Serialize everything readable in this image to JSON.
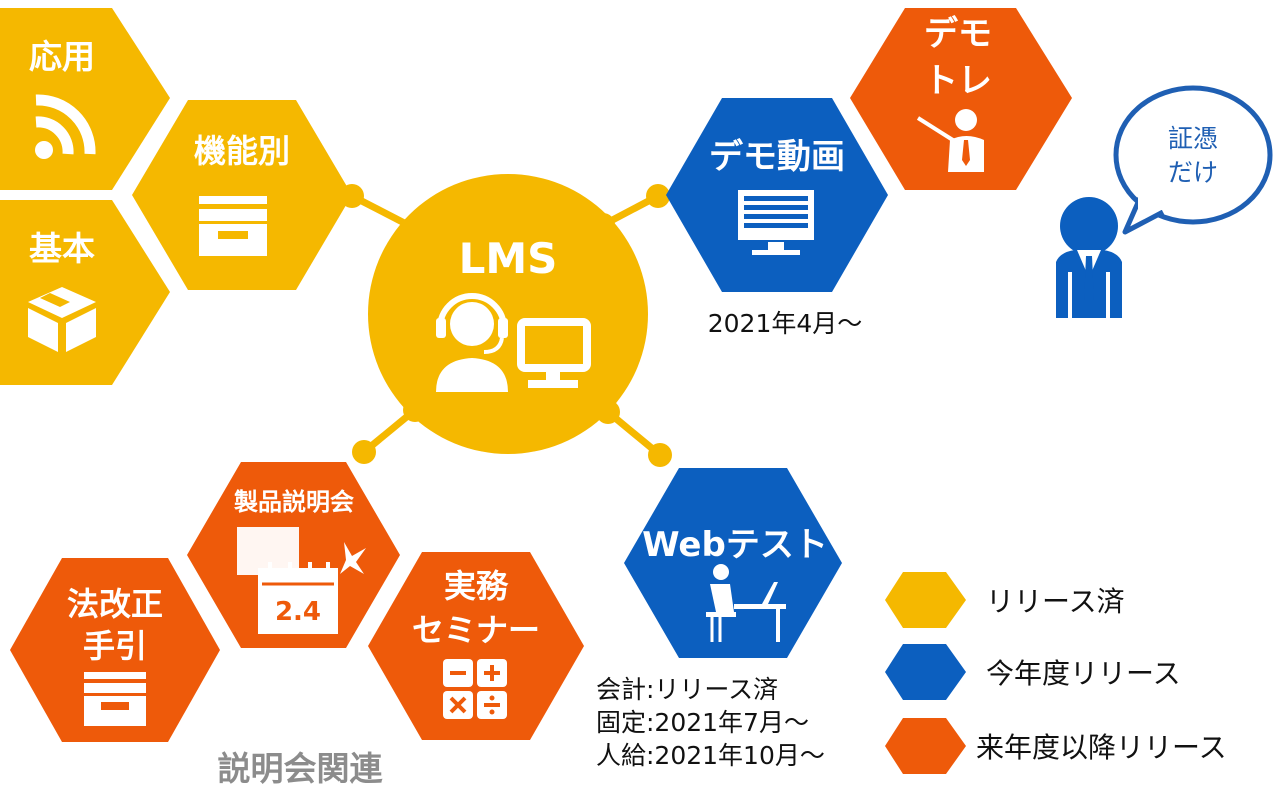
{
  "colors": {
    "released": "#F5B800",
    "this_year": "#0C5FBF",
    "next_year": "#EE5A0A",
    "connector": "#F5B800"
  },
  "center": {
    "title": "LMS",
    "icon": "support-operator-icon"
  },
  "hexes": {
    "ouyou": {
      "label": "応用",
      "status": "released",
      "icon": "rss-icon"
    },
    "kinoubetsu": {
      "label": "機能別",
      "status": "released",
      "icon": "archive-box-icon"
    },
    "kihon": {
      "label": "基本",
      "status": "released",
      "icon": "package-box-icon"
    },
    "demo_video": {
      "label": "デモ動画",
      "status": "this_year",
      "icon": "monitor-screen-icon",
      "note": "2021年4月～"
    },
    "demo_training": {
      "line1": "デモ",
      "line2": "トレ",
      "status": "next_year",
      "icon": "presenter-icon"
    },
    "web_test": {
      "label": "Webテスト",
      "status": "this_year",
      "icon": "person-at-desk-icon",
      "notes": [
        "会計:リリース済",
        "固定:2021年7月～",
        "人給:2021年10月～"
      ]
    },
    "seminar_product": {
      "label": "製品説明会",
      "status": "next_year",
      "icon": "calendar-icon",
      "date": "2.4"
    },
    "houkaisei": {
      "line1": "法改正",
      "line2": "手引",
      "status": "next_year",
      "icon": "archive-box-icon"
    },
    "jitsumu": {
      "line1": "実務",
      "line2": "セミナー",
      "status": "next_year",
      "icon": "calculator-icon"
    }
  },
  "group_label": "説明会関連",
  "speech_bubble": {
    "line1": "証憑",
    "line2": "だけ"
  },
  "person_icon": "businessman-icon",
  "legend": [
    {
      "label": "リリース済",
      "status": "released"
    },
    {
      "label": "今年度リリース",
      "status": "this_year"
    },
    {
      "label": "来年度以降リリース",
      "status": "next_year"
    }
  ]
}
